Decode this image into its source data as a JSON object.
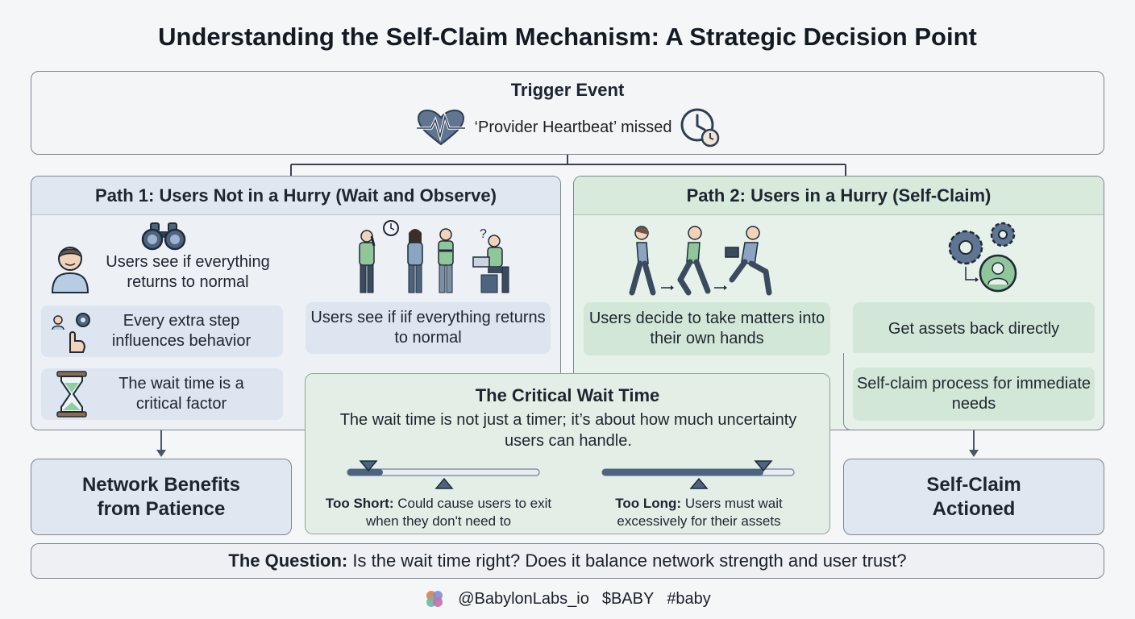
{
  "title": "Understanding the Self-Claim Mechanism: A Strategic Decision Point",
  "trigger": {
    "title": "Trigger Event",
    "text": "‘Provider Heartbeat’ missed"
  },
  "path1": {
    "title": "Path 1: Users Not in a Hurry (Wait and Observe)",
    "item1": "Users see if everything returns to normal",
    "item2": "Every extra step influences behavior",
    "item3": "Users see if iif everything returns to normal",
    "item4": "The wait time is a critical factor"
  },
  "path2": {
    "title": "Path 2: Users in a Hurry (Self-Claim)",
    "item1": "Users decide to take matters into their own hands",
    "item2": "Get assets back directly",
    "item3": "Self-claim process for immediate needs"
  },
  "critical": {
    "title": "The Critical Wait Time",
    "body": "The wait time is not just a timer; it’s about how much uncertainty users can handle.",
    "short_label": "Too Short:",
    "short_text": "Could cause users to exit when they don't need to",
    "long_label": "Too Long:",
    "long_text": "Users must wait excessively for their assets"
  },
  "outcomes": {
    "left": "Network Benefits from Patience",
    "right": "Self-Claim Actioned"
  },
  "question": {
    "label": "The Question:",
    "text": "Is the wait time right? Does it balance network strength and user trust?"
  },
  "footer": {
    "handle": "@BabylonLabs_io",
    "ticker": "$BABY",
    "hashtag": "#baby"
  },
  "icons": {
    "heart": "heartbeat-icon",
    "clock": "clock-icon",
    "binoculars": "binoculars-icon",
    "person": "user-avatar-icon",
    "gear_hand": "gear-hand-icon",
    "hourglass": "hourglass-icon",
    "group": "waiting-people-icon",
    "runners": "running-people-icon",
    "gears_user": "gears-user-icon"
  },
  "colors": {
    "path1_bg": "#edf1f6",
    "path2_bg": "#e6f1ea",
    "accent_blue": "#4d6480",
    "accent_green": "#8fcf9d"
  }
}
